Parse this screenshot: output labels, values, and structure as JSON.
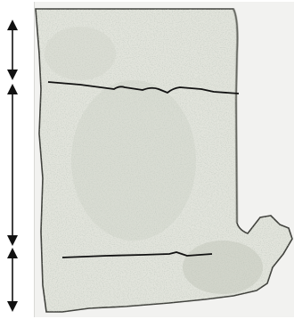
{
  "colors": {
    "background": "#ffffff",
    "photo_backdrop": "#f2f2f0",
    "photo_border": "#d9d9d6",
    "specimen_fill": "#e2e4dc",
    "specimen_edge": "#3e3f3a",
    "boundary_line": "#111111",
    "arrow": "#111111"
  },
  "image": {
    "subject": "irregular-fragment-with-zone-boundaries",
    "zone_count": 3,
    "boundary_count": 2
  },
  "icons": {
    "arrow_heads": "triangle"
  }
}
